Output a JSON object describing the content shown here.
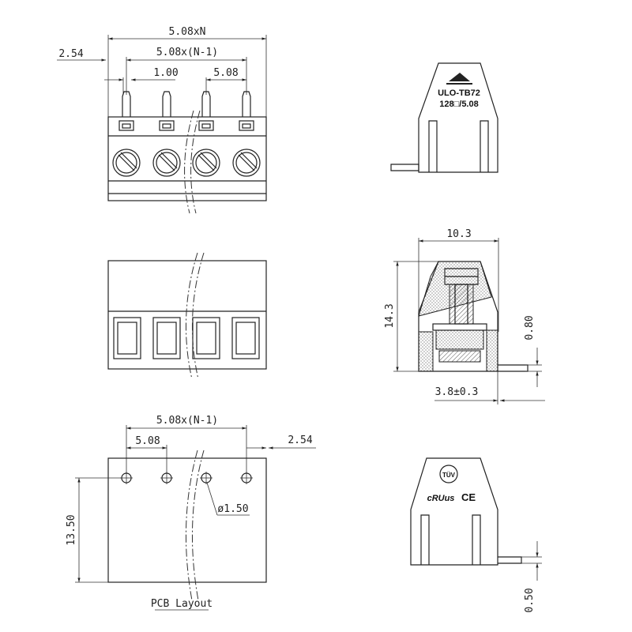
{
  "front_view": {
    "dim_overall": "5.08xN",
    "dim_edge": "2.54",
    "dim_span": "5.08x(N-1)",
    "dim_pin": "1.00",
    "dim_pitch": "5.08"
  },
  "side_top_view": {
    "product_name": "ULO-TB72",
    "rating": "128□/5.08"
  },
  "section_view": {
    "dim_width": "10.3",
    "dim_height": "14.3",
    "dim_pin_thickness": "0.80",
    "dim_pin_offset": "3.8±0.3"
  },
  "pcb_layout": {
    "dim_span": "5.08x(N-1)",
    "dim_pitch": "5.08",
    "dim_edge": "2.54",
    "dim_hole": "ø1.50",
    "dim_depth": "13.50",
    "caption": "PCB Layout"
  },
  "side_bottom_view": {
    "cert_mark": "TÜV",
    "ul_mark": "cRUus",
    "ce_mark": "CE",
    "dim_pin": "0.50"
  }
}
